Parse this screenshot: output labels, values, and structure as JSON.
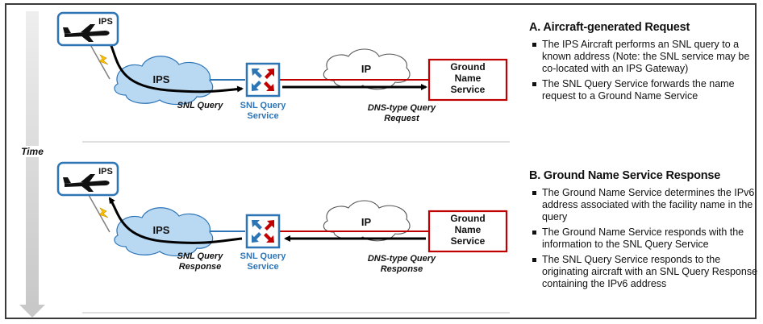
{
  "diagram": {
    "time_label": "Time",
    "top": {
      "aircraft_label": "IPS",
      "cloud_ips_label": "IPS",
      "cloud_ip_label": "IP",
      "snl_service_label_1": "SNL Query",
      "snl_service_label_2": "Service",
      "ground_label_1": "Ground",
      "ground_label_2": "Name",
      "ground_label_3": "Service",
      "arrow_left_label_1": "SNL Query",
      "arrow_right_label_1": "DNS-type Query",
      "arrow_right_label_2": "Request"
    },
    "bottom": {
      "aircraft_label": "IPS",
      "cloud_ips_label": "IPS",
      "cloud_ip_label": "IP",
      "snl_service_label_1": "SNL Query",
      "snl_service_label_2": "Service",
      "ground_label_1": "Ground",
      "ground_label_2": "Name",
      "ground_label_3": "Service",
      "arrow_left_label_1": "SNL Query",
      "arrow_left_label_2": "Response",
      "arrow_right_label_1": "DNS-type Query",
      "arrow_right_label_2": "Response"
    },
    "colors": {
      "ips_blue": "#2e75b6",
      "cloud_fill": "#b9d8f2",
      "ground_red": "#c00000",
      "link_red": "#c00000",
      "arrow": "#000000",
      "timeline": "#d9d9d9"
    }
  },
  "section_a": {
    "title": "A. Aircraft-generated Request",
    "bullets": [
      "The IPS Aircraft performs an SNL query to a known address (Note: the SNL service may be co-located with an IPS Gateway)",
      "The SNL Query Service forwards the name request to a Ground Name Service"
    ]
  },
  "section_b": {
    "title": "B. Ground Name Service Response",
    "bullets": [
      "The Ground Name Service determines the IPv6 address associated with the facility name in the query",
      "The Ground Name Service responds with the information to the SNL Query Service",
      "The SNL Query Service responds to the originating aircraft with an SNL Query Response containing the IPv6 address"
    ]
  }
}
